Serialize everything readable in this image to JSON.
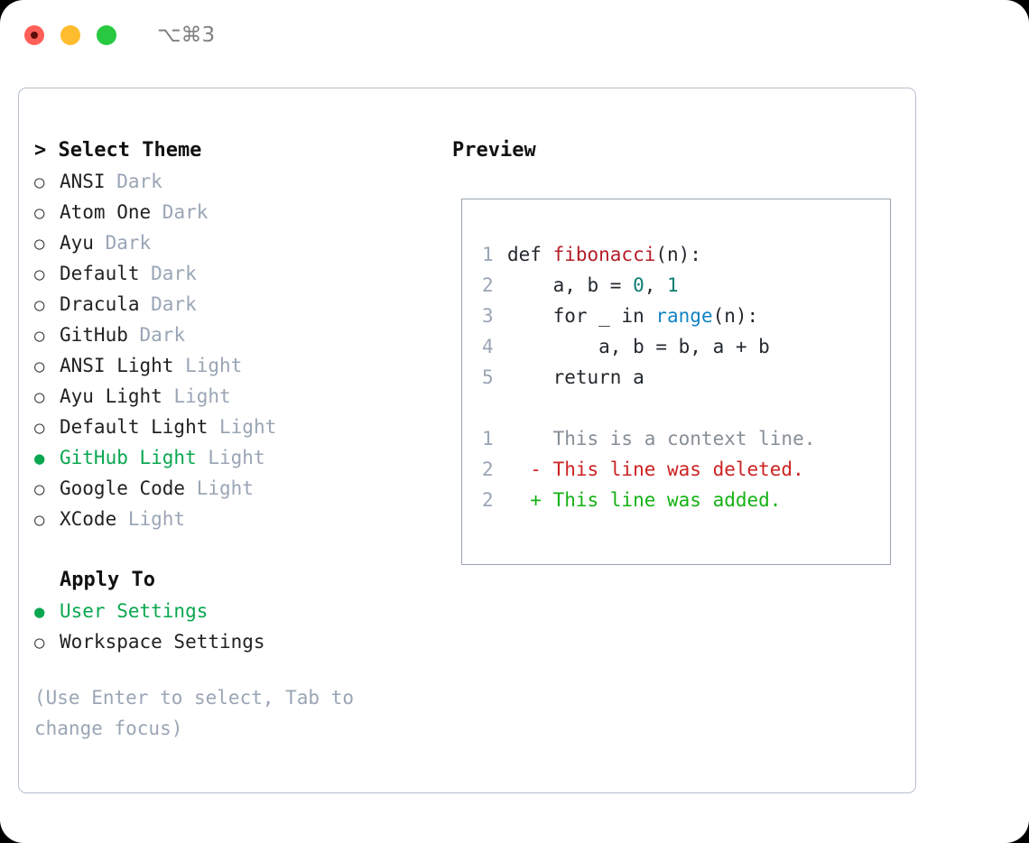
{
  "window": {
    "shortcut": "⌥⌘3",
    "traffic_lights": [
      {
        "name": "close",
        "color": "#ff5f57"
      },
      {
        "name": "minimize",
        "color": "#febc2e"
      },
      {
        "name": "maximize",
        "color": "#28c840"
      }
    ]
  },
  "colors": {
    "selected_green": "#0aa750",
    "muted": "#9aa5b5",
    "text": "#222222",
    "border": "#b6bfcc",
    "preview_border": "#9aa5b1",
    "diff_add": "#15b215",
    "diff_del": "#cc2222",
    "diff_ctx": "#868e96"
  },
  "theme_panel": {
    "header": "> Select Theme",
    "bullet_selected": "●",
    "bullet_unselected": "○",
    "items": [
      {
        "label": "ANSI",
        "tag": "Dark",
        "selected": false
      },
      {
        "label": "Atom One",
        "tag": "Dark",
        "selected": false
      },
      {
        "label": "Ayu",
        "tag": "Dark",
        "selected": false
      },
      {
        "label": "Default",
        "tag": "Dark",
        "selected": false
      },
      {
        "label": "Dracula",
        "tag": "Dark",
        "selected": false
      },
      {
        "label": "GitHub",
        "tag": "Dark",
        "selected": false
      },
      {
        "label": "ANSI Light",
        "tag": "Light",
        "selected": false
      },
      {
        "label": "Ayu Light",
        "tag": "Light",
        "selected": false
      },
      {
        "label": "Default Light",
        "tag": "Light",
        "selected": false
      },
      {
        "label": "GitHub Light",
        "tag": "Light",
        "selected": true
      },
      {
        "label": "Google Code",
        "tag": "Light",
        "selected": false
      },
      {
        "label": "XCode",
        "tag": "Light",
        "selected": false
      }
    ]
  },
  "apply_to": {
    "header": "Apply To",
    "items": [
      {
        "label": "User Settings",
        "selected": true
      },
      {
        "label": "Workspace Settings",
        "selected": false
      }
    ]
  },
  "hint": "(Use Enter to select, Tab to change focus)",
  "preview": {
    "header": "Preview",
    "code_lines": [
      {
        "no": "1",
        "tokens": [
          {
            "t": "def ",
            "c": "kw"
          },
          {
            "t": "fibonacci",
            "c": "fn"
          },
          {
            "t": "(n):",
            "c": "plain"
          }
        ]
      },
      {
        "no": "2",
        "tokens": [
          {
            "t": "    a, b = ",
            "c": "plain"
          },
          {
            "t": "0",
            "c": "num"
          },
          {
            "t": ", ",
            "c": "plain"
          },
          {
            "t": "1",
            "c": "num"
          }
        ]
      },
      {
        "no": "3",
        "tokens": [
          {
            "t": "    for _ in ",
            "c": "kw"
          },
          {
            "t": "range",
            "c": "call"
          },
          {
            "t": "(n):",
            "c": "plain"
          }
        ]
      },
      {
        "no": "4",
        "tokens": [
          {
            "t": "        a, b = b, a + b",
            "c": "plain"
          }
        ]
      },
      {
        "no": "5",
        "tokens": [
          {
            "t": "    return a",
            "c": "kw"
          }
        ]
      }
    ],
    "diff_lines": [
      {
        "no": "1",
        "marker": "  ",
        "text": "This is a context line.",
        "kind": "ctx"
      },
      {
        "no": "2",
        "marker": "- ",
        "text": "This line was deleted.",
        "kind": "del"
      },
      {
        "no": "2",
        "marker": "+ ",
        "text": "This line was added.",
        "kind": "add"
      }
    ]
  }
}
